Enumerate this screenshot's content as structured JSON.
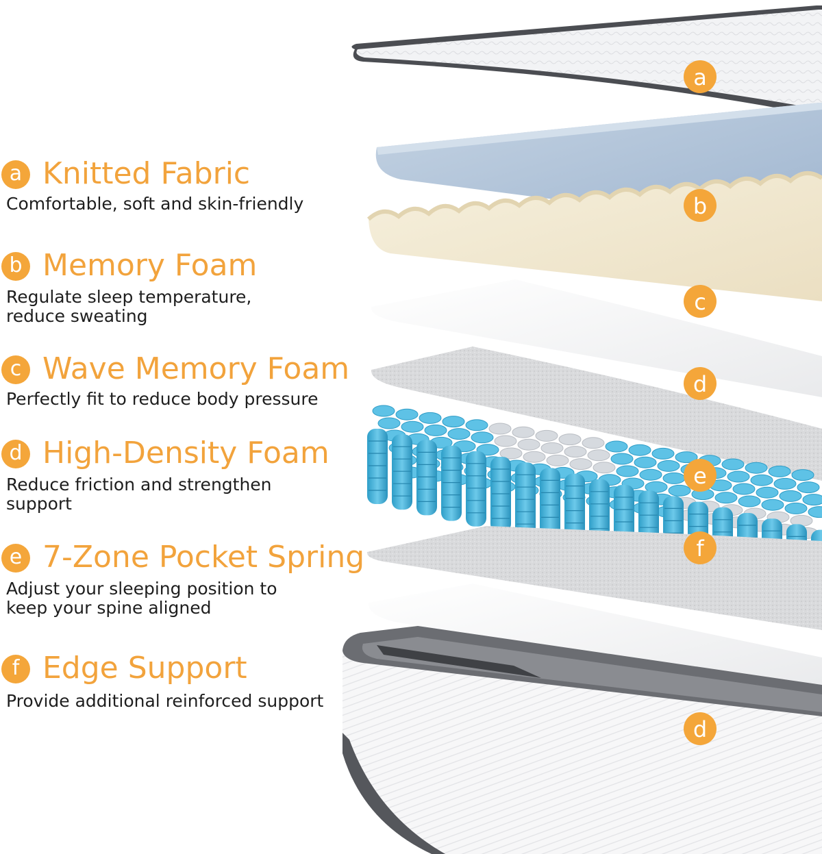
{
  "layers": [
    {
      "badge": "a",
      "title": "Knitted Fabric",
      "desc": [
        "Comfortable, soft and skin-friendly"
      ]
    },
    {
      "badge": "b",
      "title": "Memory Foam",
      "desc": [
        "Regulate sleep temperature,",
        "reduce sweating"
      ]
    },
    {
      "badge": "c",
      "title": "Wave Memory Foam",
      "desc": [
        "Perfectly fit to reduce body pressure"
      ]
    },
    {
      "badge": "d",
      "title": "High-Density Foam",
      "desc": [
        "Reduce friction and strengthen",
        "support"
      ]
    },
    {
      "badge": "e",
      "title": "7-Zone Pocket Spring",
      "desc": [
        "Adjust your sleeping position to",
        "keep your spine aligned"
      ]
    },
    {
      "badge": "f",
      "title": "Edge Support",
      "desc": [
        "Provide additional reinforced support"
      ]
    }
  ],
  "markers": [
    "a",
    "b",
    "c",
    "d",
    "e",
    "f",
    "d"
  ],
  "colors": {
    "accent": "#f4a63a",
    "spring_blue": "#3fb0d6",
    "foam_blue": "#a7bcd4",
    "wave_cream": "#f1e8d2"
  }
}
